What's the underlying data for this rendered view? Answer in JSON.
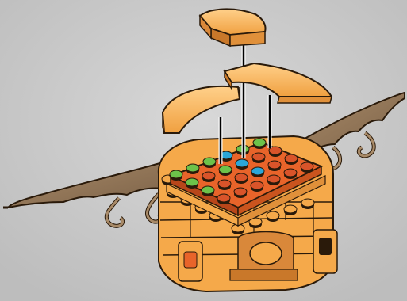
{
  "diagram": {
    "colors": {
      "background": "#c9c9c9",
      "background_light": "#d6d6d6",
      "brick_orange": "#f5a94a",
      "brick_orange_light": "#ffd08a",
      "brick_orange_dark": "#c9782a",
      "plate_red_orange": "#e8642a",
      "plate_red_orange_dark": "#b8461a",
      "stud_green": "#6cc24a",
      "stud_blue": "#2aa7d9",
      "stud_dark_orange": "#d9542a",
      "wing_brown": "#9c8060",
      "wing_brown_dark": "#5c4632",
      "outline": "#2a1a0a",
      "guide_line": "#000000",
      "guide_line_halo": "#ffffff"
    },
    "parts": [
      {
        "name": "top-curved-slope-small",
        "color": "brick_orange",
        "icon": "curved-slope-1x2"
      },
      {
        "name": "curved-slope-left",
        "color": "brick_orange",
        "icon": "curved-slope-2x4"
      },
      {
        "name": "curved-slope-right",
        "color": "brick_orange",
        "icon": "curved-slope-2x4"
      },
      {
        "name": "wing-left",
        "color": "wing_brown",
        "icon": "dragon-wing"
      },
      {
        "name": "wing-right",
        "color": "wing_brown",
        "icon": "dragon-wing"
      },
      {
        "name": "body-base",
        "color": "brick_orange",
        "icon": "brick-stack"
      },
      {
        "name": "stud-plate-top",
        "color": "plate_red_orange",
        "icon": "plate-with-studs"
      }
    ],
    "guide_lines": 3
  }
}
